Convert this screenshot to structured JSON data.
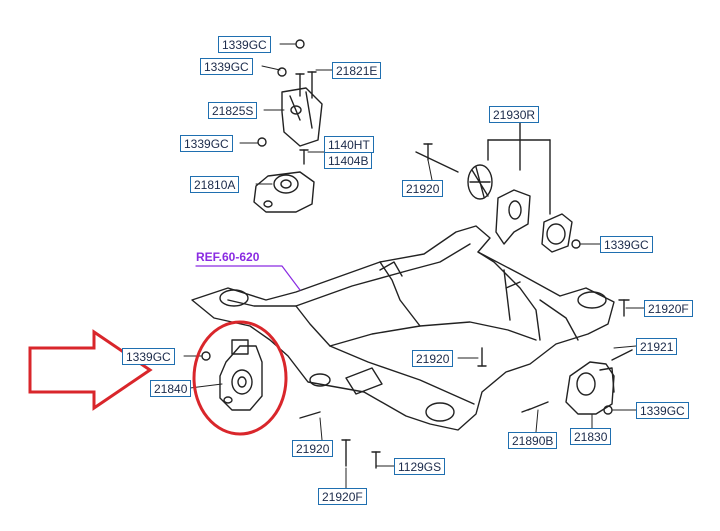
{
  "labels": {
    "top_1339gc_a": "1339GC",
    "top_1339gc_b": "1339GC",
    "p21821e": "21821E",
    "p21825s": "21825S",
    "top_1339gc_c": "1339GC",
    "p1140ht": "1140HT",
    "p11404b": "11404B",
    "p21810a": "21810A",
    "p21930r": "21930R",
    "p21920_top": "21920",
    "right_1339gc": "1339GC",
    "p21920f_right": "21920F",
    "left_1339gc": "1339GC",
    "p21840": "21840",
    "p21920_mid": "21920",
    "p21921": "21921",
    "mid_right_1339gc": "1339GC",
    "p21890b": "21890B",
    "p21830": "21830",
    "p21920_bottom": "21920",
    "p1129gs": "1129GS",
    "p21920f_bottom": "21920F"
  },
  "reference": "REF.60-620",
  "colors": {
    "label_border": "#1f6fb0",
    "label_text": "#1b2a4a",
    "reference_text": "#8a2be2",
    "highlight": "#d9262b",
    "line_art": "#222222"
  },
  "annotations": {
    "highlight_shape": "ellipse",
    "pointer_shape": "outlined-arrow"
  }
}
